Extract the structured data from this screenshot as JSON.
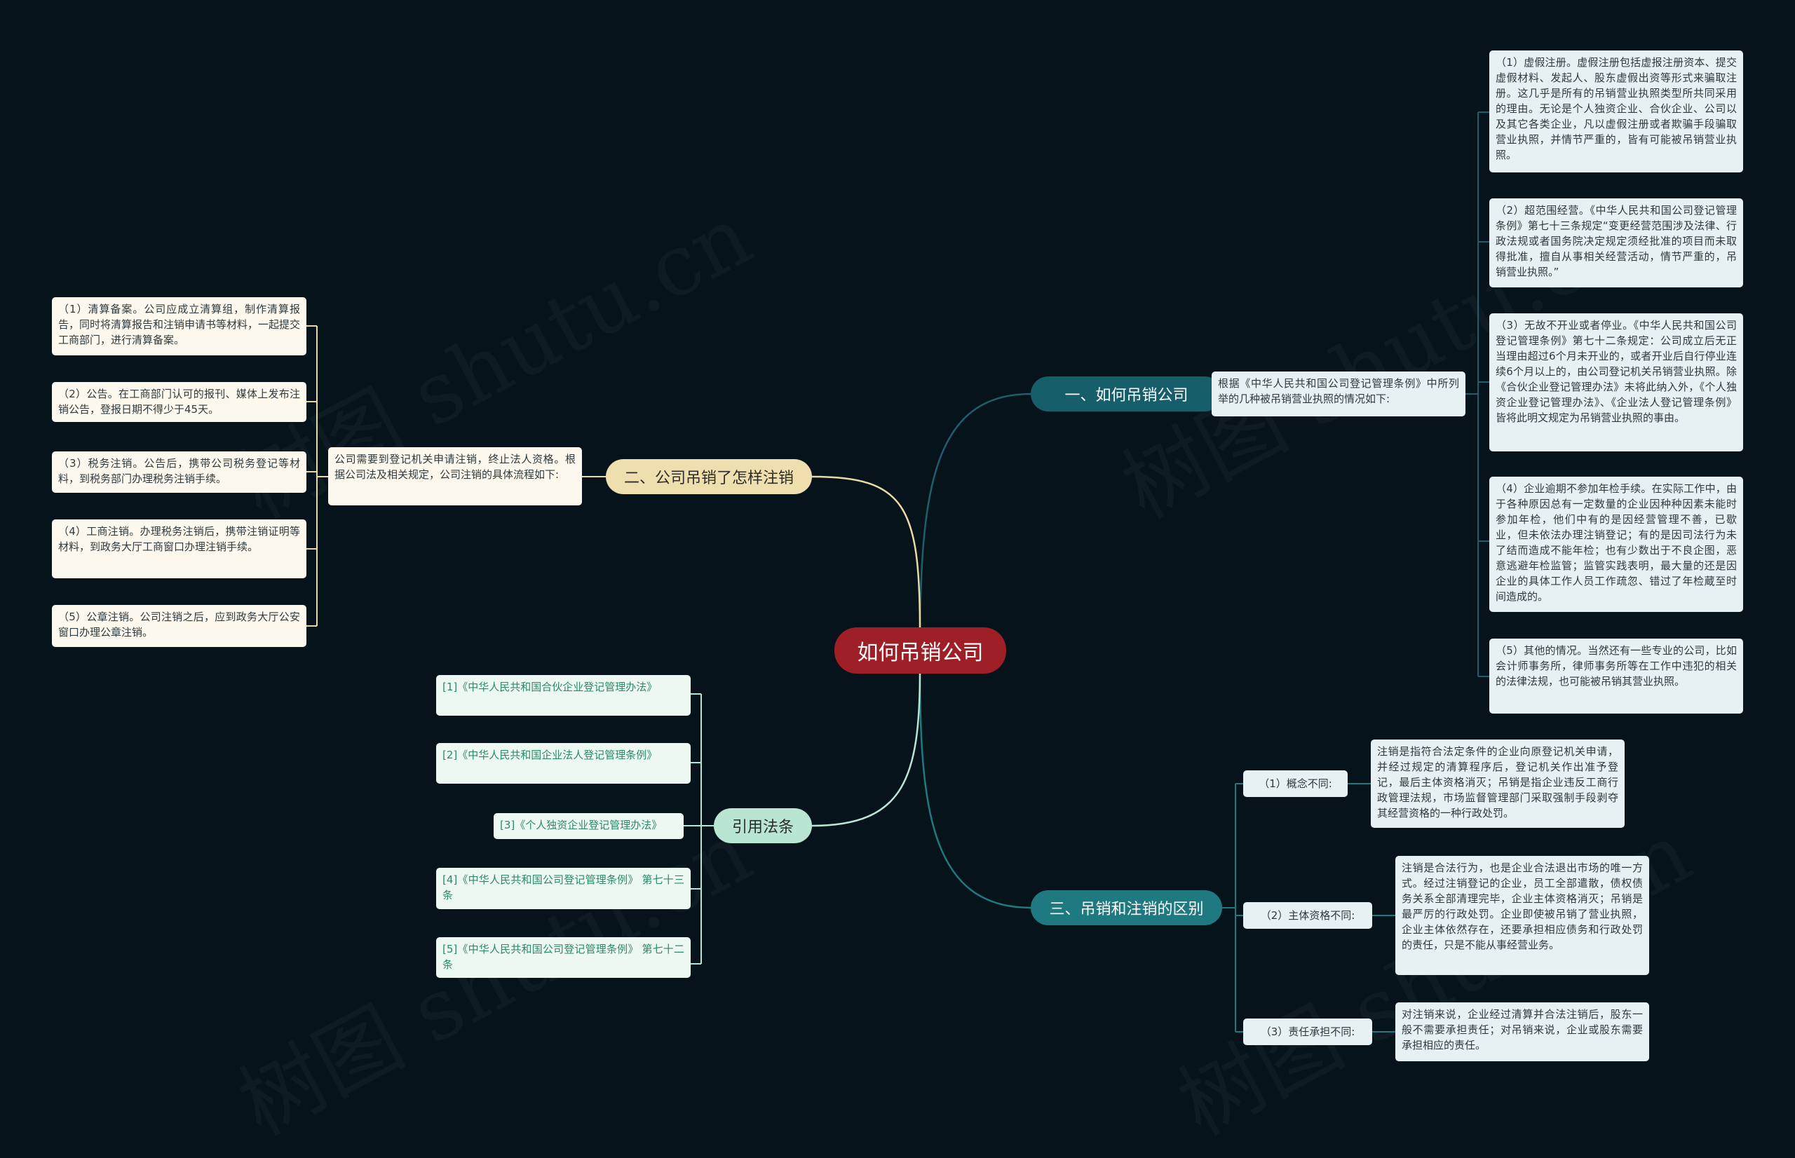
{
  "root": "如何吊销公司",
  "watermark": "树图 shutu.cn",
  "colors": {
    "background": "#07131a",
    "root": "#9e1f25",
    "branch_1": "#175e6b",
    "branch_2": "#f0dfae",
    "branch_3": "#1e7a80",
    "branch_refs": "#b9e6d3"
  },
  "branch1": {
    "title": "一、如何吊销公司",
    "intro": "根据《中华人民共和国公司登记管理条例》中所列举的几种被吊销营业执照的情况如下:",
    "items": [
      "（1）虚假注册。虚假注册包括虚报注册资本、提交虚假材料、发起人、股东虚假出资等形式来骗取注册。这几乎是所有的吊销营业执照类型所共同采用的理由。无论是个人独资企业、合伙企业、公司以及其它各类企业，凡以虚假注册或者欺骗手段骗取营业执照，并情节严重的，皆有可能被吊销营业执照。",
      "（2）超范围经营。《中华人民共和国公司登记管理条例》第七十三条规定“变更经营范围涉及法律、行政法规或者国务院决定规定须经批准的项目而未取得批准，擅自从事相关经营活动，情节严重的，吊销营业执照。”",
      "（3）无故不开业或者停业。《中华人民共和国公司登记管理条例》第七十二条规定：公司成立后无正当理由超过6个月未开业的，或者开业后自行停业连续6个月以上的，由公司登记机关吊销营业执照。除《合伙企业登记管理办法》未将此纳入外，《个人独资企业登记管理办法》、《企业法人登记管理条例》皆将此明文规定为吊销营业执照的事由。",
      "（4）企业逾期不参加年检手续。在实际工作中，由于各种原因总有一定数量的企业因种种因素未能时参加年检，他们中有的是因经营管理不善，已歇业，但未依法办理注销登记；有的是因司法行为未了结而造成不能年检；也有少数出于不良企图，恶意逃避年检监管；监管实践表明，最大量的还是因企业的具体工作人员工作疏忽、错过了年检蔵至时间造成的。",
      "（5）其他的情况。当然还有一些专业的公司，比如会计师事务所，律师事务所等在工作中违犯的相关的法律法规，也可能被吊销其营业执照。"
    ]
  },
  "branch2": {
    "title": "二、公司吊销了怎样注销",
    "intro": "公司需要到登记机关申请注销，终止法人资格。根据公司法及相关规定，公司注销的具体流程如下:",
    "items": [
      "（1）清算备案。公司应成立清算组，制作清算报告，同时将清算报告和注销申请书等材料，一起提交工商部门，进行清算备案。",
      "（2）公告。在工商部门认可的报刊、媒体上发布注销公告，登报日期不得少于45天。",
      "（3）税务注销。公告后，携带公司税务登记等材料，到税务部门办理税务注销手续。",
      "（4）工商注销。办理税务注销后，携带注销证明等材料，到政务大厅工商窗口办理注销手续。",
      "（5）公章注销。公司注销之后，应到政务大厅公安窗口办理公章注销。"
    ]
  },
  "branch3": {
    "title": "三、吊销和注销的区别",
    "items": [
      {
        "label": "（1）概念不同:",
        "text": "注销是指符合法定条件的企业向原登记机关申请，并经过规定的清算程序后，登记机关作出准予登记，最后主体资格消灭；吊销是指企业违反工商行政管理法规，市场监督管理部门采取强制手段剥夺其经营资格的一种行政处罚。"
      },
      {
        "label": "（2）主体资格不同:",
        "text": "注销是合法行为，也是企业合法退出市场的唯一方式。经过注销登记的企业，员工全部遣散，债权债务关系全部清理完毕，企业主体资格消灭；吊销是最严厉的行政处罚。企业即使被吊销了营业执照，企业主体依然存在，还要承担相应债务和行政处罚的责任，只是不能从事经营业务。"
      },
      {
        "label": "（3）责任承担不同:",
        "text": "对注销来说，企业经过清算并合法注销后，股东一般不需要承担责任；对吊销来说，企业或股东需要承担相应的责任。"
      }
    ]
  },
  "branch4": {
    "title": "引用法条",
    "items": [
      "[1]《中华人民共和国合伙企业登记管理办法》",
      "[2]《中华人民共和国企业法人登记管理条例》",
      "[3]《个人独资企业登记管理办法》",
      "[4]《中华人民共和国公司登记管理条例》 第七十三条",
      "[5]《中华人民共和国公司登记管理条例》 第七十二条"
    ]
  }
}
